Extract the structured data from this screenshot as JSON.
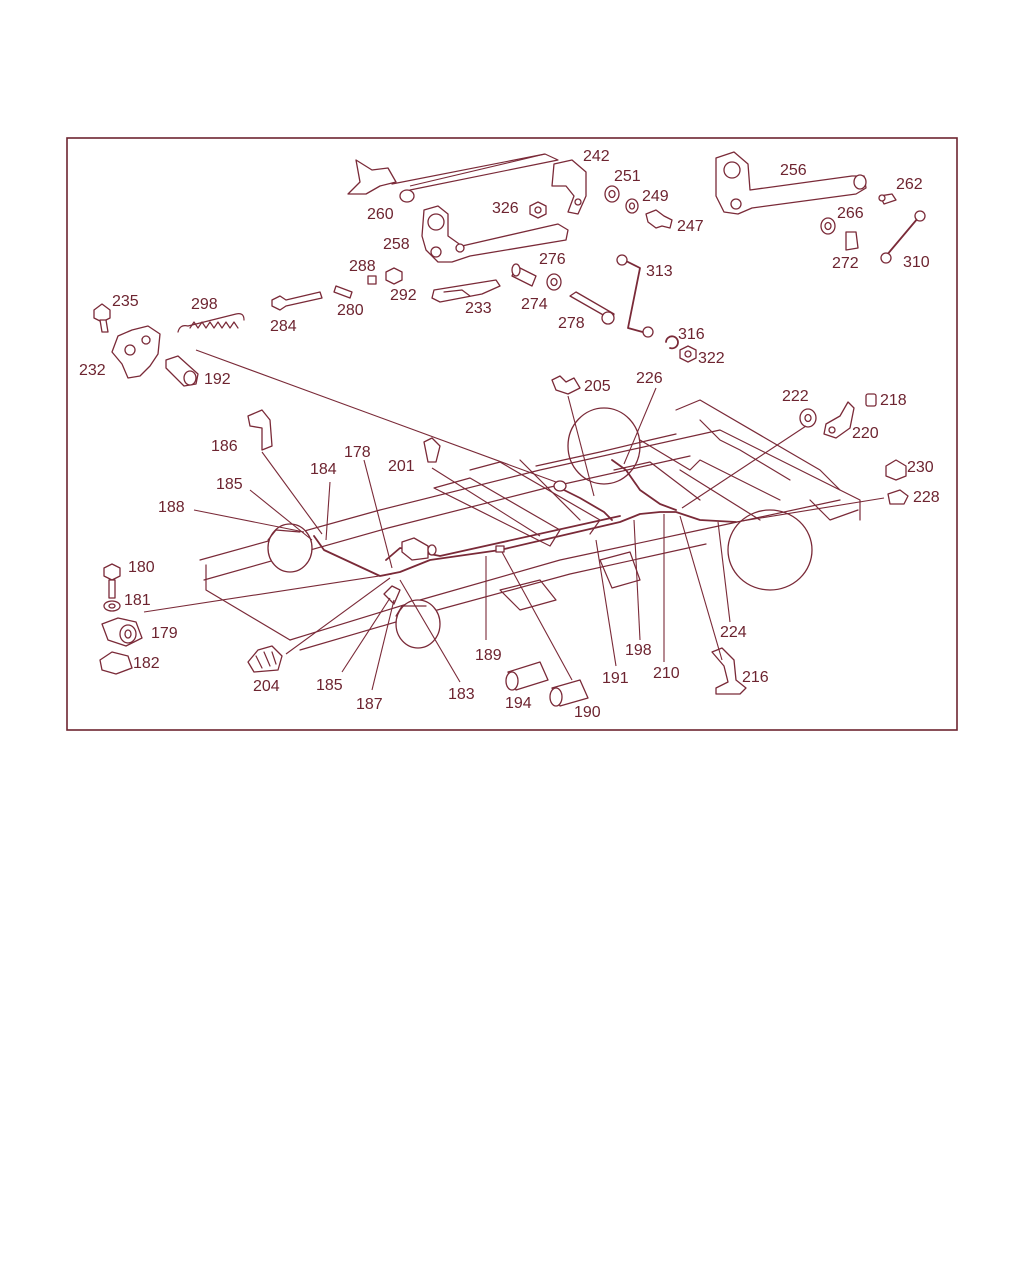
{
  "colors": {
    "ink": "#6d2430",
    "background": "#ffffff"
  },
  "labels": {
    "l242": "242",
    "l251": "251",
    "l249": "249",
    "l256": "256",
    "l262": "262",
    "l260": "260",
    "l326": "326",
    "l247": "247",
    "l266": "266",
    "l258": "258",
    "l276": "276",
    "l288": "288",
    "l292": "292",
    "l272": "272",
    "l310": "310",
    "l313": "313",
    "l235": "235",
    "l298": "298",
    "l274": "274",
    "l284": "284",
    "l280": "280",
    "l233": "233",
    "l278": "278",
    "l316": "316",
    "l232": "232",
    "l192": "192",
    "l322": "322",
    "l205": "205",
    "l226": "226",
    "l222": "222",
    "l218": "218",
    "l220": "220",
    "l186": "186",
    "l178": "178",
    "l201": "201",
    "l184": "184",
    "l230": "230",
    "l185a": "185",
    "l228": "228",
    "l188": "188",
    "l180": "180",
    "l181": "181",
    "l179": "179",
    "l182": "182",
    "l224": "224",
    "l198": "198",
    "l210": "210",
    "l189": "189",
    "l216": "216",
    "l191": "191",
    "l204": "204",
    "l185b": "185",
    "l183": "183",
    "l187": "187",
    "l194": "194",
    "l190": "190"
  }
}
